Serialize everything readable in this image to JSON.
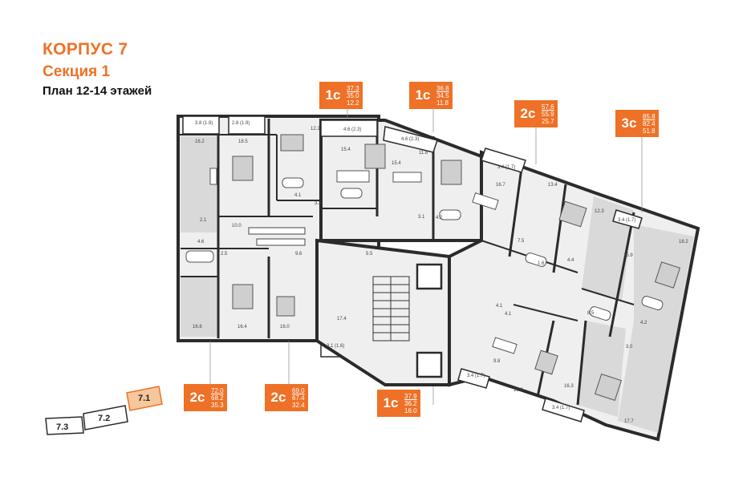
{
  "header": {
    "building": "КОРПУС 7",
    "section": "Секция 1",
    "floors": "План 12-14 этажей"
  },
  "colors": {
    "accent": "#ee7127",
    "wall": "#2b2b2b",
    "room_fill": "#d9d9d9",
    "floor_fill": "#efefef"
  },
  "apartments": [
    {
      "code": "1с",
      "total": "37.3",
      "area2": "35.0",
      "area3": "12.2"
    },
    {
      "code": "1с",
      "total": "36.8",
      "area2": "34.5",
      "area3": "11.8"
    },
    {
      "code": "2с",
      "total": "57.6",
      "area2": "55.9",
      "area3": "25.7"
    },
    {
      "code": "3с",
      "total": "85.8",
      "area2": "82.4",
      "area3": "51.8"
    },
    {
      "code": "2с",
      "total": "72.0",
      "area2": "68.2",
      "area3": "35.3"
    },
    {
      "code": "2с",
      "total": "69.0",
      "area2": "67.4",
      "area3": "32.4"
    },
    {
      "code": "1с",
      "total": "37.9",
      "area2": "36.2",
      "area3": "16.0"
    }
  ],
  "key_plan": {
    "sections": [
      "7.3",
      "7.2",
      "7.1"
    ],
    "active": "7.1"
  },
  "room_areas": [
    "3.8 (1.9)",
    "2.8 (1.9)",
    "12.2",
    "4.6 (2.3)",
    "4.6 (2.3)",
    "16.2",
    "18.5",
    "15.4",
    "11.8",
    "15.4",
    "3.4 (1.7)",
    "16.7",
    "13.4",
    "12.3",
    "3.4 (1.7)",
    "18.2",
    "4.1",
    "3.3",
    "3.1",
    "4.2",
    "2.1",
    "10.0",
    "7.5",
    "15.9",
    "4.6",
    "2.5",
    "9.6",
    "5.5",
    "1.6",
    "4.4",
    "8.5",
    "4.2",
    "3.0",
    "4.1",
    "4.1",
    "16.8",
    "16.4",
    "16.0",
    "17.4",
    "9.8",
    "16.0",
    "16.3",
    "3.1 (1.6)",
    "3.4 (1.7)",
    "3.4 (1.7)",
    "17.7"
  ]
}
